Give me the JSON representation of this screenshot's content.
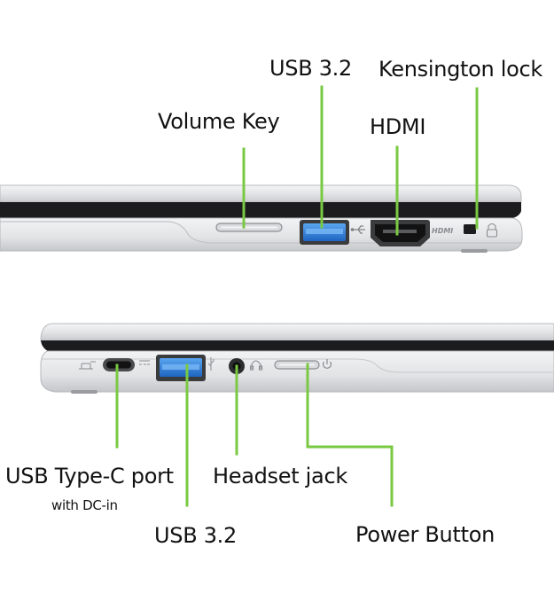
{
  "top_view": {
    "labels": {
      "usb_a": "USB 3.2",
      "kensington": "Kensington lock",
      "volume_key": "Volume Key",
      "hdmi": "HDMI"
    },
    "port_glyphs": {
      "hdmi_logo": "HDMI",
      "usb_symbol": "⭍"
    }
  },
  "bottom_view": {
    "labels": {
      "usb_c": "USB Type-C port",
      "usb_c_note": "with DC-in",
      "headset": "Headset jack",
      "usb_a": "USB 3.2",
      "power": "Power Button"
    }
  },
  "colors": {
    "leader_line": "#7ac943",
    "usb_blue": "#2a7bd6",
    "chassis_light": "#e6e7e9",
    "chassis_dark": "#1c1c1e",
    "text": "#111111"
  },
  "icons": [
    "usb-symbol-icon",
    "lock-icon",
    "headset-icon",
    "power-icon",
    "hdmi-logo-icon",
    "usb-c-symbol-icon"
  ]
}
